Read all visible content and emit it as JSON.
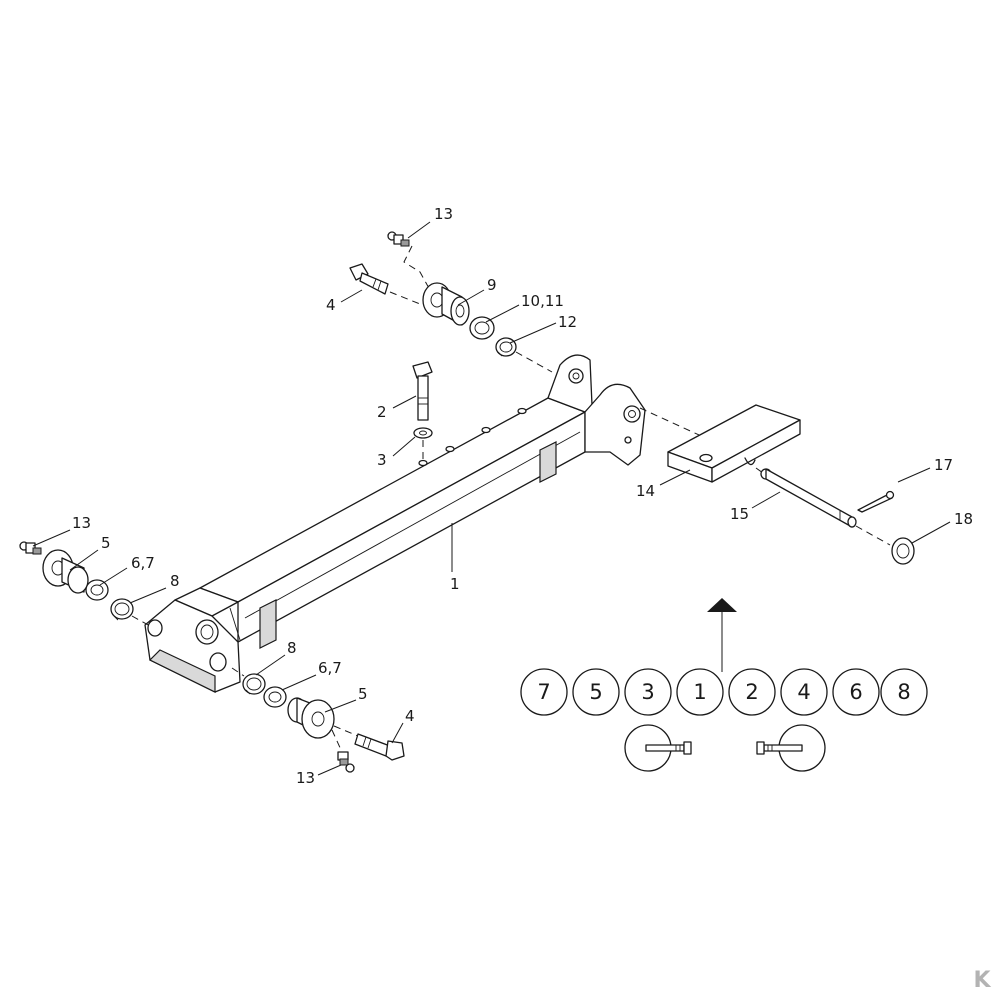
{
  "callouts": {
    "c1": "1",
    "c2": "2",
    "c3": "3",
    "c4_top": "4",
    "c4_bottom": "4",
    "c5_left": "5",
    "c5_bottom": "5",
    "c67_left": "6,7",
    "c67_bottom": "6,7",
    "c8_left": "8",
    "c8_bottom": "8",
    "c9": "9",
    "c1011": "10,11",
    "c12": "12",
    "c13_top": "13",
    "c13_left": "13",
    "c13_bottom": "13",
    "c14": "14",
    "c15": "15",
    "c17": "17",
    "c18": "18"
  },
  "assembly_sequence": [
    "7",
    "5",
    "3",
    "1",
    "2",
    "4",
    "6",
    "8"
  ],
  "colors": {
    "ink": "#1a1a1a",
    "shade": "#d9d9d9",
    "logo": "#b3b3b3"
  },
  "logo": "K"
}
